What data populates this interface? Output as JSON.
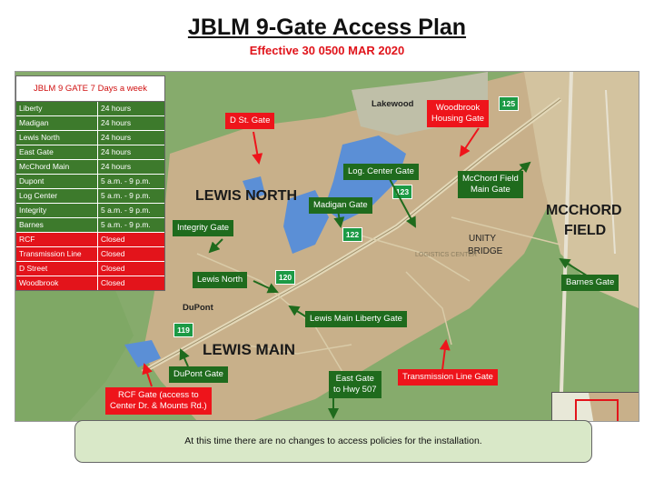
{
  "header": {
    "title": "JBLM 9-Gate Access Plan",
    "subtitle": "Effective 30 0500 MAR 2020"
  },
  "schedule": {
    "heading": "JBLM 9 GATE 7 Days a week",
    "rows": [
      {
        "gate": "Liberty",
        "hours": "24 hours",
        "status": "open"
      },
      {
        "gate": "Madigan",
        "hours": "24 hours",
        "status": "open"
      },
      {
        "gate": "Lewis North",
        "hours": "24 hours",
        "status": "open"
      },
      {
        "gate": "East Gate",
        "hours": "24 hours",
        "status": "open"
      },
      {
        "gate": "McChord Main",
        "hours": "24 hours",
        "status": "open"
      },
      {
        "gate": "Dupont",
        "hours": "5 a.m. - 9 p.m.",
        "status": "open"
      },
      {
        "gate": "Log Center",
        "hours": "5 a.m. - 9 p.m.",
        "status": "open"
      },
      {
        "gate": "Integrity",
        "hours": "5 a.m. - 9 p.m.",
        "status": "open"
      },
      {
        "gate": "Barnes",
        "hours": "5 a.m. - 9 p.m.",
        "status": "open"
      },
      {
        "gate": "RCF",
        "hours": "Closed",
        "status": "closed"
      },
      {
        "gate": "Transmission Line",
        "hours": "Closed",
        "status": "closed"
      },
      {
        "gate": "D Street",
        "hours": "Closed",
        "status": "closed"
      },
      {
        "gate": "Woodbrook",
        "hours": "Closed",
        "status": "closed"
      }
    ]
  },
  "map": {
    "areas": {
      "lewis_north": "LEWIS NORTH",
      "lewis_main": "LEWIS MAIN",
      "mcchord_line1": "MCCHORD",
      "mcchord_line2": "FIELD"
    },
    "places": {
      "lakewood": "Lakewood",
      "dupont": "DuPont",
      "unity_line1": "UNITY",
      "unity_line2": "BRIDGE",
      "logistics": "LOGISTICS CENTER"
    },
    "highway_shields": {
      "h125": "125",
      "h123": "123",
      "h122": "122",
      "h120": "120",
      "h119": "119"
    },
    "gates": {
      "d_st": {
        "line1": "D St. Gate",
        "line2": ""
      },
      "woodbrook": {
        "line1": "Woodbrook",
        "line2": "Housing Gate"
      },
      "log_center": {
        "line1": "Log. Center Gate",
        "line2": ""
      },
      "mcchord_main": {
        "line1": "McChord Field",
        "line2": "Main Gate"
      },
      "madigan": {
        "line1": "Madigan Gate",
        "line2": ""
      },
      "integrity": {
        "line1": "Integrity Gate",
        "line2": ""
      },
      "lewis_north": {
        "line1": "Lewis North",
        "line2": ""
      },
      "lewis_main_liberty": {
        "line1": "Lewis Main Liberty Gate",
        "line2": ""
      },
      "barnes": {
        "line1": "Barnes Gate",
        "line2": ""
      },
      "dupont": {
        "line1": "DuPont Gate",
        "line2": ""
      },
      "east_gate": {
        "line1": "East Gate",
        "line2": "to Hwy 507"
      },
      "transmission": {
        "line1": "Transmission Line Gate",
        "line2": ""
      },
      "rcf": {
        "line1": "RCF Gate (access to",
        "line2": "Center Dr. & Mounts Rd.)"
      }
    },
    "colors": {
      "open_gate": "#1f6b1d",
      "closed_gate": "#ee141b",
      "water": "#5b8fd6",
      "installation": "#c8b08a",
      "forest": "#7fa865"
    }
  },
  "notice": "At this time there are no changes to access policies for the installation."
}
